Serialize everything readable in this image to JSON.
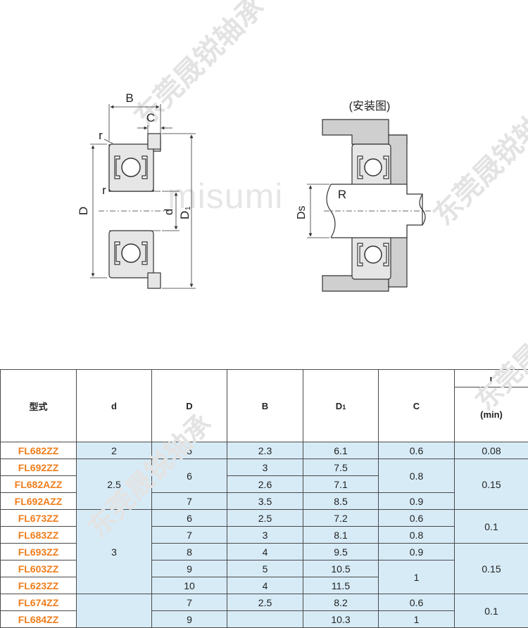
{
  "diagram": {
    "labels": {
      "B": "B",
      "C": "C",
      "r_top": "r",
      "r_mid": "r",
      "D": "D",
      "d": "d",
      "D1_main": "D",
      "D1_sub": "1",
      "install_title": "(安装图)",
      "R": "R",
      "Ds": "Ds"
    },
    "watermark": {
      "company": "东莞晟锐轴承",
      "brand": "misumi"
    }
  },
  "table": {
    "headers": {
      "model": "型式",
      "d": "d",
      "D": "D",
      "B": "B",
      "D1_main": "D",
      "D1_sub": "1",
      "C": "C",
      "r": "r",
      "r_sub": "(min)"
    },
    "rows": [
      {
        "model": "FL682ZZ",
        "d": "2",
        "D": "5",
        "B": "2.3",
        "D1": "6.1",
        "C": "0.6",
        "r": "0.08"
      },
      {
        "model": "FL692ZZ",
        "D": "6",
        "B": "3",
        "D1": "7.5",
        "C": "0.8",
        "r": "0.15"
      },
      {
        "model": "FL682AZZ",
        "d": "2.5",
        "B": "2.6",
        "D1": "7.1"
      },
      {
        "model": "FL692AZZ",
        "D": "7",
        "B": "3.5",
        "D1": "8.5",
        "C": "0.9"
      },
      {
        "model": "FL673ZZ",
        "d": "3",
        "D": "6",
        "B": "2.5",
        "D1": "7.2",
        "C": "0.6",
        "r": "0.1"
      },
      {
        "model": "FL683ZZ",
        "D": "7",
        "B": "3",
        "D1": "8.1",
        "C": "0.8"
      },
      {
        "model": "FL693ZZ",
        "D": "8",
        "B": "4",
        "D1": "9.5",
        "C": "0.9",
        "r": "0.15"
      },
      {
        "model": "FL603ZZ",
        "D": "9",
        "B": "5",
        "D1": "10.5",
        "C": "1"
      },
      {
        "model": "FL623ZZ",
        "D": "10",
        "B": "4",
        "D1": "11.5"
      },
      {
        "model": "FL674ZZ",
        "D": "7",
        "B": "2.5",
        "D1": "8.2",
        "C": "0.6",
        "r": "0.1"
      },
      {
        "model": "FL684ZZ",
        "D": "9",
        "D1": "10.3",
        "C": "1"
      }
    ]
  }
}
